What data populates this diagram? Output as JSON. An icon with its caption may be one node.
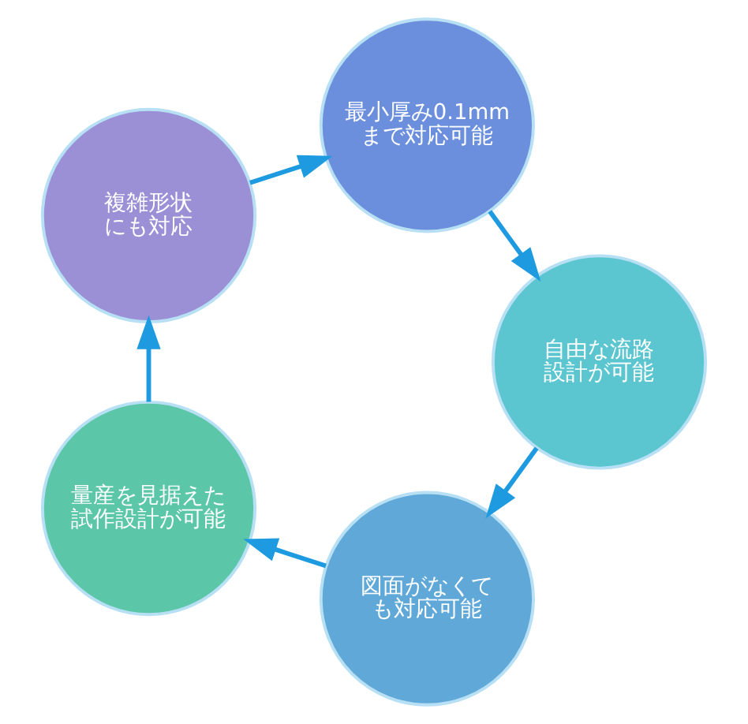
{
  "diagram": {
    "nodes": [
      {
        "text": [
          "図面がなくても対応可能"
        ]
      },
      {
        "text": [
          "量産を見据えた試作設計が可能"
        ]
      },
      {
        "text": [
          "複雑形状にも対応"
        ]
      },
      {
        "text": [
          "最小厚み0.1mmまで対応可能"
        ]
      },
      {
        "text": [
          "自由な流路設計が可能"
        ]
      }
    ],
    "edges": [
      {
        "from": 0,
        "to": 1,
        "arrow": "to"
      },
      {
        "from": 1,
        "to": 2,
        "arrow": "to"
      },
      {
        "from": 2,
        "to": 3,
        "arrow": "to"
      },
      {
        "from": 3,
        "to": 4,
        "arrow": "to"
      },
      {
        "from": 4,
        "to": 0,
        "arrow": "to"
      }
    ]
  }
}
